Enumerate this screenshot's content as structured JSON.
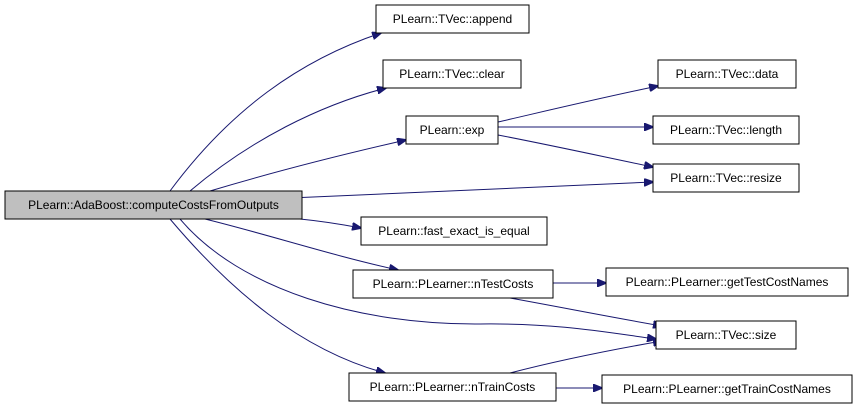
{
  "root": {
    "id": "root",
    "label": "PLearn::AdaBoost::computeCostsFromOutputs"
  },
  "nodes": [
    {
      "id": "append",
      "label": "PLearn::TVec::append"
    },
    {
      "id": "clear",
      "label": "PLearn::TVec::clear"
    },
    {
      "id": "exp",
      "label": "PLearn::exp"
    },
    {
      "id": "data",
      "label": "PLearn::TVec::data"
    },
    {
      "id": "length",
      "label": "PLearn::TVec::length"
    },
    {
      "id": "resize",
      "label": "PLearn::TVec::resize"
    },
    {
      "id": "fast_exact",
      "label": "PLearn::fast_exact_is_equal"
    },
    {
      "id": "ntest",
      "label": "PLearn::PLearner::nTestCosts"
    },
    {
      "id": "gettest",
      "label": "PLearn::PLearner::getTestCostNames"
    },
    {
      "id": "size",
      "label": "PLearn::TVec::size"
    },
    {
      "id": "ntrain",
      "label": "PLearn::PLearner::nTrainCosts"
    },
    {
      "id": "gettrain",
      "label": "PLearn::PLearner::getTrainCostNames"
    }
  ],
  "edges": [
    {
      "from": "root",
      "to": "append"
    },
    {
      "from": "root",
      "to": "clear"
    },
    {
      "from": "root",
      "to": "exp"
    },
    {
      "from": "root",
      "to": "resize"
    },
    {
      "from": "root",
      "to": "fast_exact"
    },
    {
      "from": "root",
      "to": "ntest"
    },
    {
      "from": "root",
      "to": "size"
    },
    {
      "from": "root",
      "to": "ntrain"
    },
    {
      "from": "exp",
      "to": "data"
    },
    {
      "from": "exp",
      "to": "length"
    },
    {
      "from": "exp",
      "to": "resize"
    },
    {
      "from": "ntest",
      "to": "gettest"
    },
    {
      "from": "ntest",
      "to": "size"
    },
    {
      "from": "ntrain",
      "to": "size"
    },
    {
      "from": "ntrain",
      "to": "gettrain"
    }
  ],
  "colors": {
    "edge": "#191970",
    "root_fill": "#bfbfbf",
    "node_fill": "#ffffff",
    "border": "#000000"
  }
}
